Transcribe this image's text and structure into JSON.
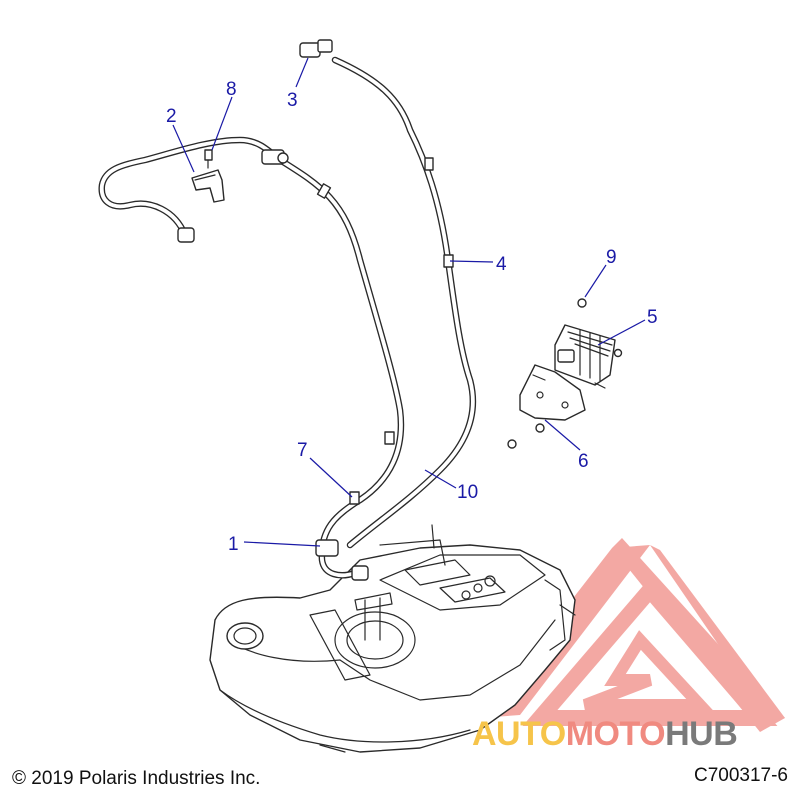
{
  "callouts": [
    {
      "label": "1"
    },
    {
      "label": "2"
    },
    {
      "label": "3"
    },
    {
      "label": "4"
    },
    {
      "label": "5"
    },
    {
      "label": "6"
    },
    {
      "label": "7"
    },
    {
      "label": "8"
    },
    {
      "label": "9"
    },
    {
      "label": "10"
    }
  ],
  "footer": {
    "copyright": "© 2019 Polaris Industries Inc.",
    "drawing_number": "C700317-6"
  },
  "watermark": {
    "part1": "AUTO",
    "part2": "MOTO",
    "part3": "HUB",
    "colors": {
      "auto": "#f6c44a",
      "moto": "#f08a80",
      "hub": "#7a7a7a",
      "logo": "#f19a94"
    }
  },
  "colors": {
    "callout": "#1a1aa6",
    "line": "#2a2a2a"
  }
}
